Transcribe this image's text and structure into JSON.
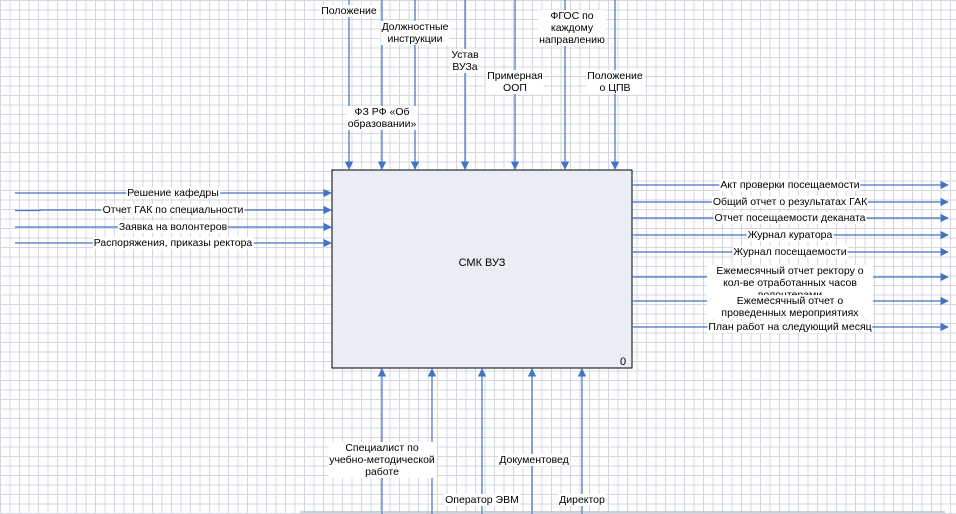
{
  "block": {
    "title": "СМК ВУЗ",
    "number": "0",
    "fill": "#e9edf5",
    "stroke": "#000000"
  },
  "arrow_color": "#4472c4",
  "controls": [
    "Положение",
    "ФЗ  РФ «Об\nобразовании»",
    "Должностные\nинструкции",
    "Устав\nВУЗа",
    "Примерная\nООП",
    "ФГОС по\nкаждому\nнаправлению",
    "Положение\nо ЦПВ"
  ],
  "inputs": [
    "Решение кафедры",
    "Отчет ГАК по специальности",
    "Заявка на волонтеров",
    "Распоряжения, приказы ректора"
  ],
  "outputs": [
    "Акт проверки посещаемости",
    "Общий отчет о результатах ГАК",
    "Отчет посещаемости деканата",
    "Журнал куратора",
    "Журнал посещаемости",
    "Ежемесячный отчет ректору о\nкол-ве отработанных часов волонтерами",
    "Ежемесячный отчет о проведенных мероприятиях",
    "План работ на следующий месяц"
  ],
  "mechanisms": [
    "Специалист по\nучебно-методической\nработе",
    "Оператор ЭВМ",
    "Документовед",
    "Директор"
  ]
}
